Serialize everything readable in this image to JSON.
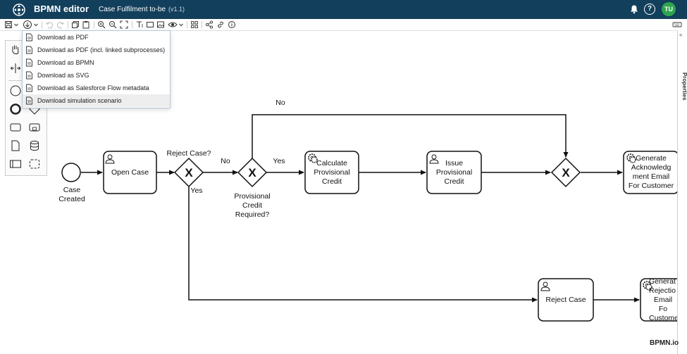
{
  "titlebar": {
    "app_name": "BPMN editor",
    "document_name": "Case Fulfilment to-be",
    "version": "(v1.1)",
    "help_icon": "?",
    "user_initials": "TU"
  },
  "download_menu": {
    "items": [
      {
        "label": "Download as PDF",
        "icon": "file-pdf-icon"
      },
      {
        "label": "Download as PDF (incl. linked subprocesses)",
        "icon": "file-pdf-icon"
      },
      {
        "label": "Download as BPMN",
        "icon": "file-bpmn-icon"
      },
      {
        "label": "Download as SVG",
        "icon": "file-svg-icon"
      },
      {
        "label": "Download as Salesforce Flow metadata",
        "icon": "file-salesforce-icon"
      },
      {
        "label": "Download simulation scenario",
        "icon": "file-simulation-icon",
        "highlighted": true
      }
    ]
  },
  "properties_panel": {
    "label": "Properties",
    "collapse_icon": "«"
  },
  "diagram": {
    "start_event": {
      "label_line1": "Case",
      "label_line2": "Created"
    },
    "tasks": {
      "open_case": "Open Case",
      "calc_line1": "Calculate",
      "calc_line2": "Provisional",
      "calc_line3": "Credit",
      "issue_line1": "Issue",
      "issue_line2": "Provisional",
      "issue_line3": "Credit",
      "gen_ack_line1": "Generate",
      "gen_ack_line2": "Acknowledg",
      "gen_ack_line3": "ment Email",
      "gen_ack_line4": "For Customer",
      "reject_case": "Reject Case",
      "gen_rej_line1": "Generat",
      "gen_rej_line2": "Rejectio",
      "gen_rej_line3": "Email Fo",
      "gen_rej_line4": "Custome"
    },
    "gateways": {
      "reject_case_q": "Reject Case?",
      "gw1_no": "No",
      "gw1_yes": "Yes",
      "credit_q_line1": "Provisional",
      "credit_q_line2": "Credit",
      "credit_q_line3": "Required?",
      "gw2_no": "No",
      "gw2_yes": "Yes",
      "gateway_mark": "X"
    }
  },
  "watermark": "BPMN.io",
  "colors": {
    "titlebar_bg": "#123f5c",
    "avatar_bg": "#2ea44f",
    "menu_highlight": "#eeeeee"
  }
}
